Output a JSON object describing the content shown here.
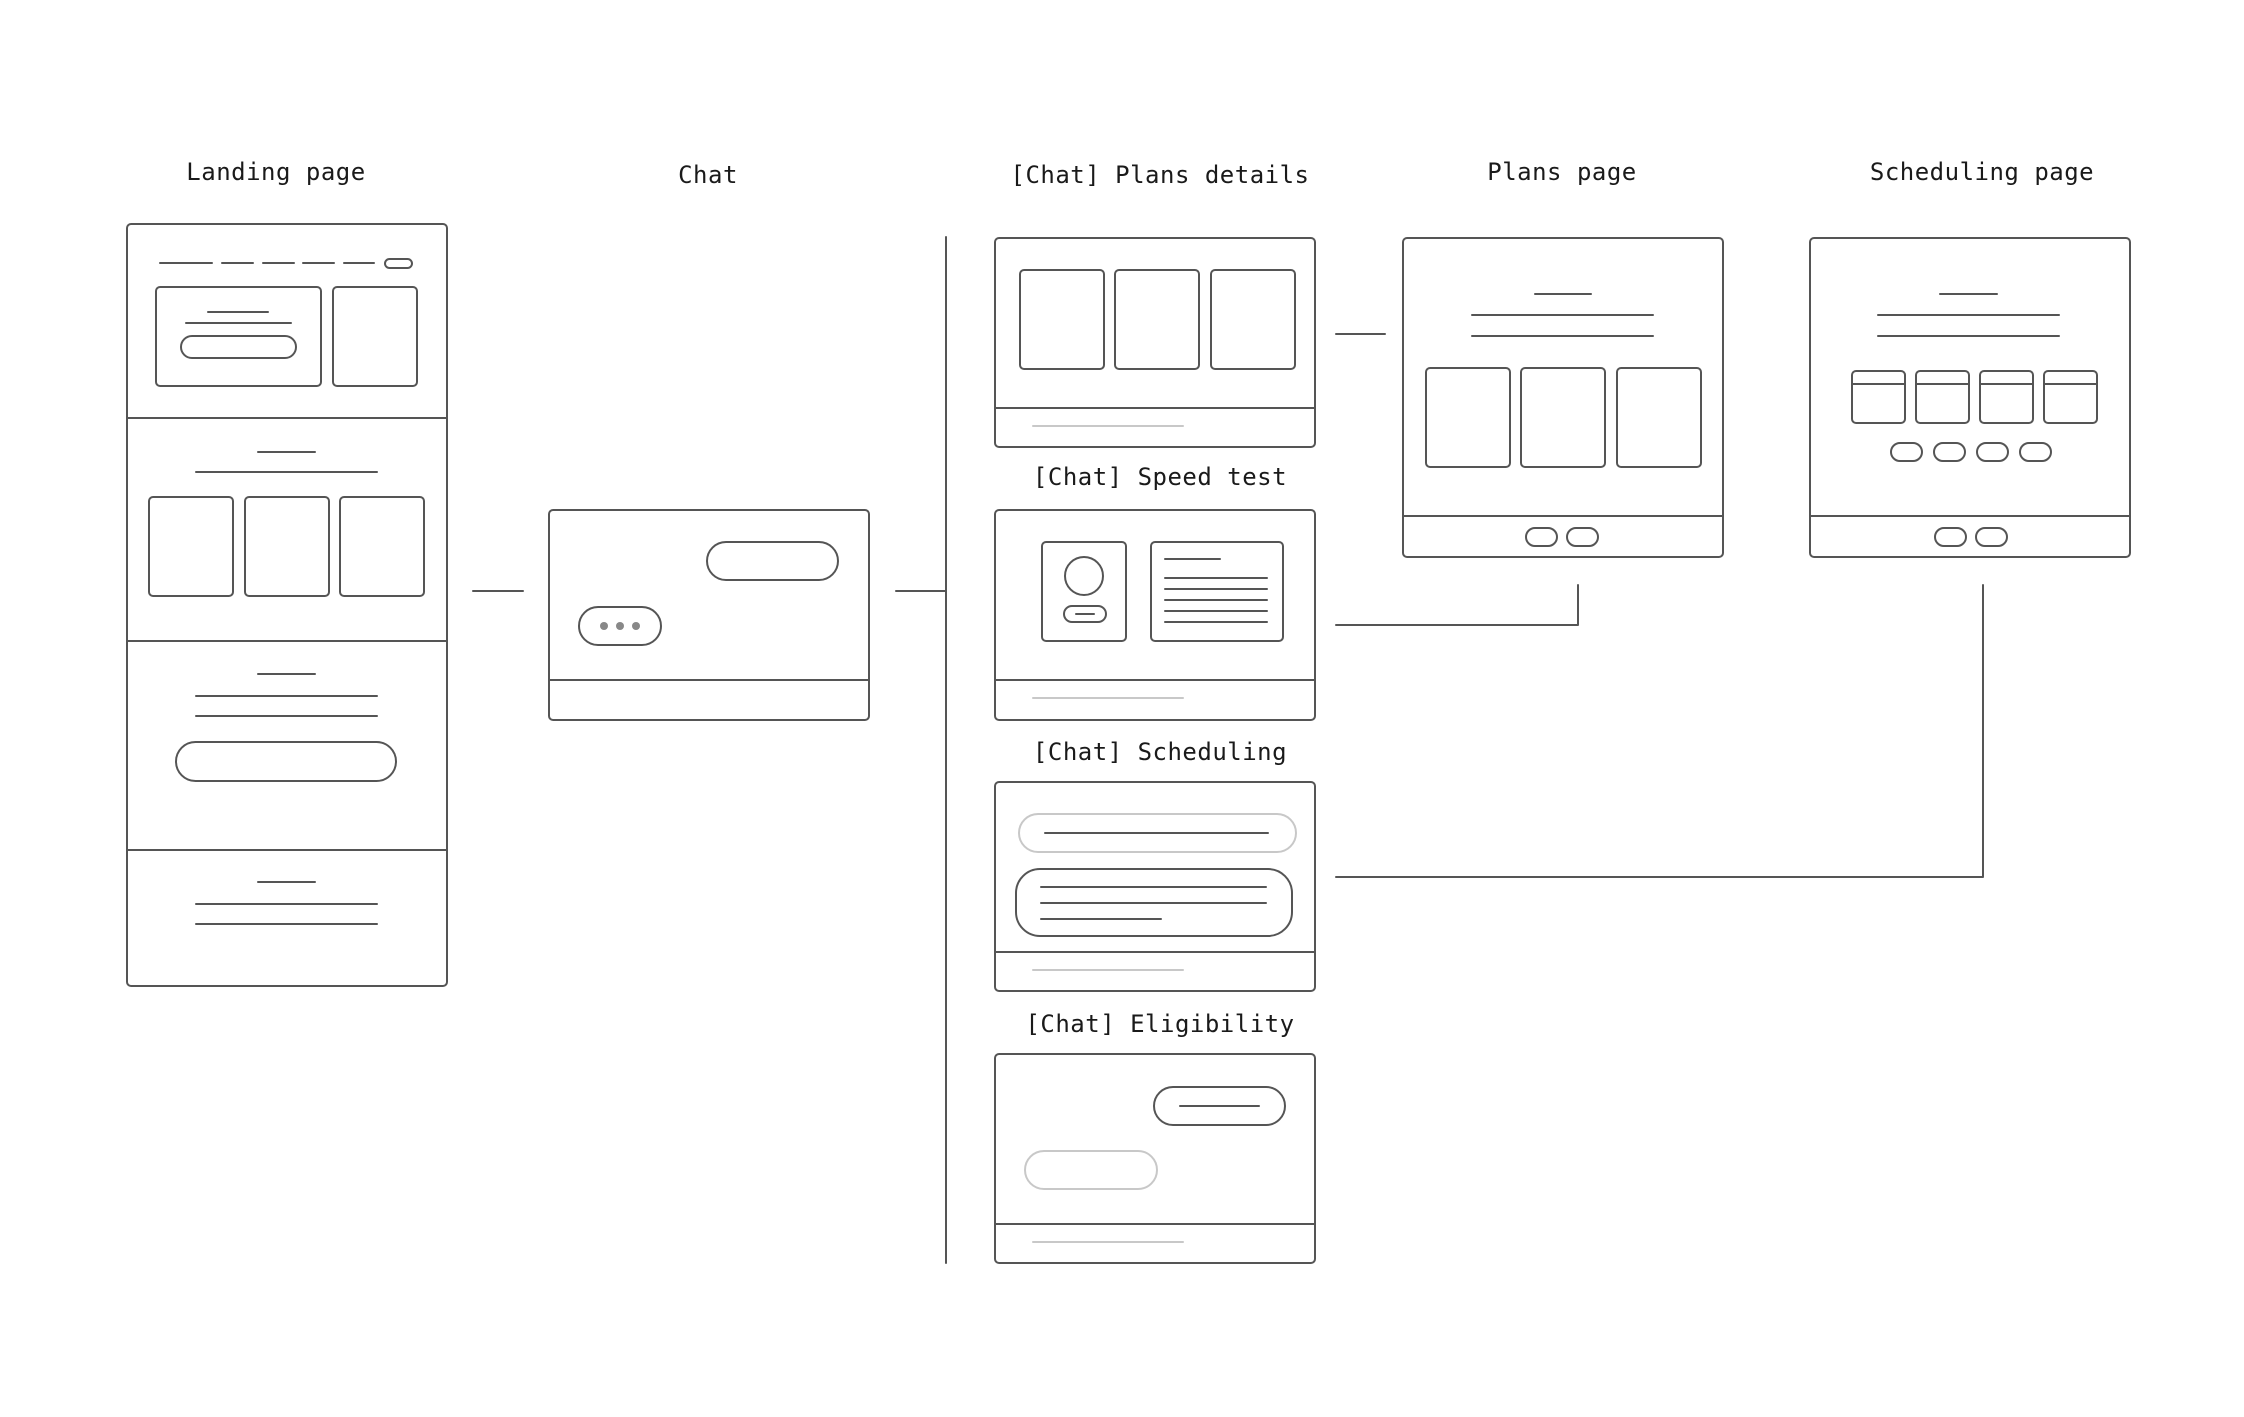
{
  "titles": {
    "landing": "Landing page",
    "chat": "Chat",
    "plans_details": "[Chat] Plans details",
    "speed_test": "[Chat] Speed test",
    "scheduling_chat": "[Chat] Scheduling",
    "eligibility": "[Chat] Eligibility",
    "plans_page": "Plans page",
    "scheduling_page": "Scheduling page"
  },
  "colors": {
    "stroke": "#555555",
    "light_stroke": "#c8c8c8",
    "text": "#1a1a1a"
  }
}
